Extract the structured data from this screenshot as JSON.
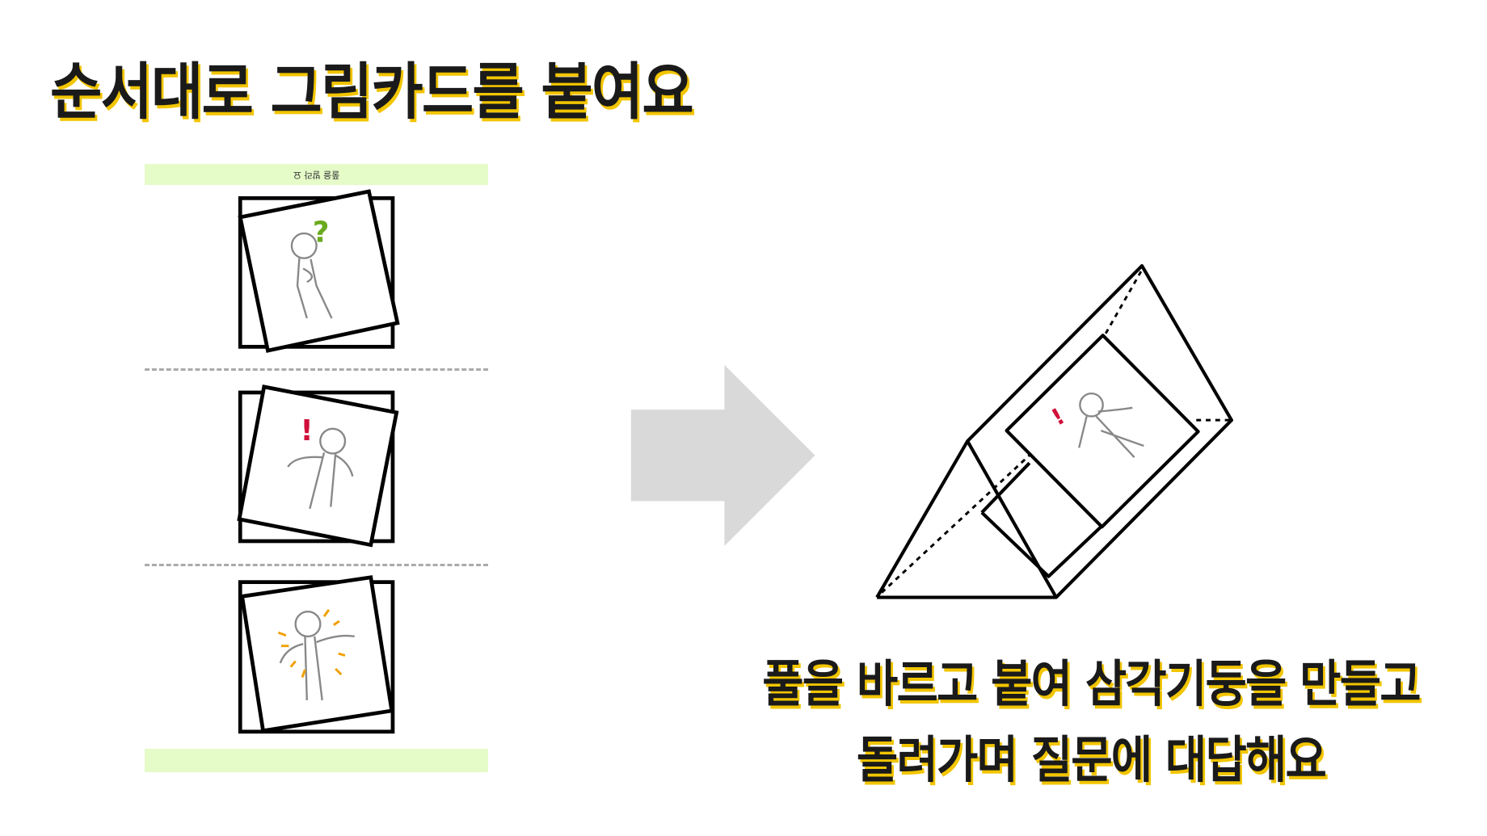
{
  "title": "순서대로 그림카드를 붙여요",
  "left_panel": {
    "top_strip_text": "풀을 발라 요",
    "cards": [
      {
        "icon": "question-mark-person",
        "mark_color": "#6aaa1e"
      },
      {
        "icon": "exclamation-person",
        "mark_color": "#d0103a"
      },
      {
        "icon": "excited-person",
        "mark_color": "#f0a000"
      }
    ]
  },
  "arrow": {
    "icon": "arrow-right",
    "color": "#d9d9d9"
  },
  "prism": {
    "icon": "triangular-prism-with-card"
  },
  "caption": {
    "line1": "풀을 바르고 붙여 삼각기둥을 만들고",
    "line2": "돌려가며 질문에 대답해요"
  },
  "colors": {
    "shadow": "#f2c500",
    "strip": "#e5fbc8"
  }
}
